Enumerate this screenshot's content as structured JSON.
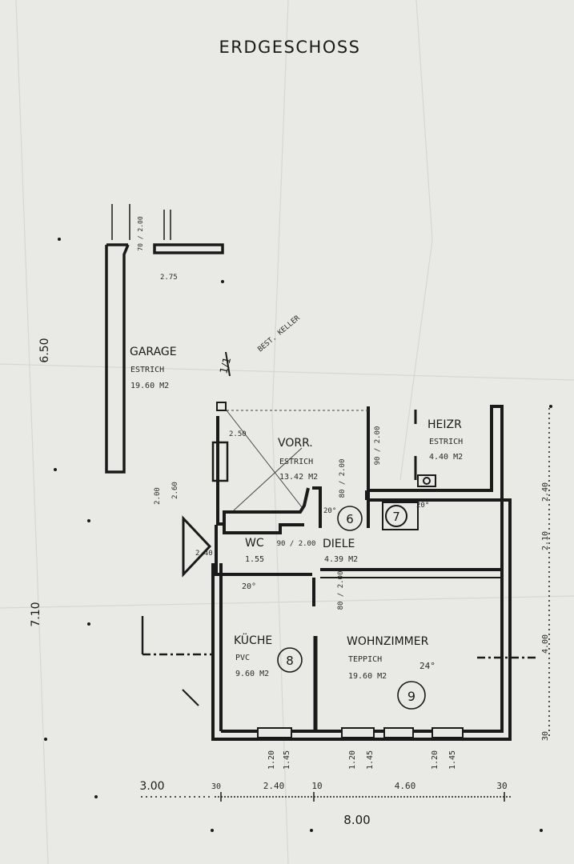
{
  "title": "ERDGESCHOSS",
  "rooms": {
    "garage": {
      "name": "GARAGE",
      "floor": "ESTRICH",
      "area": "19.60 M2"
    },
    "vorr": {
      "name": "VORR.",
      "floor": "ESTRICH",
      "area": "13.42 M2"
    },
    "heizr": {
      "name": "HEIZR",
      "floor": "ESTRICH",
      "area": "4.40 M2"
    },
    "wc": {
      "name": "WC",
      "area": "1.55"
    },
    "diele": {
      "name": "DIELE",
      "area": "4.39 M2",
      "number": "6"
    },
    "bad": {
      "number": "7"
    },
    "kueche": {
      "name": "KÜCHE",
      "floor": "PVC",
      "area": "9.60 M2",
      "number": "8"
    },
    "wohn": {
      "name": "WOHNZIMMER",
      "floor": "TEPPICH",
      "area": "19.60 M2",
      "number": "9"
    }
  },
  "notes": {
    "best_keller": "BEST. KELLER",
    "section": "1/1",
    "temp_20_kitchen": "20°",
    "temp_20_diele": "20°",
    "temp_20_bad": "20°",
    "temp_24": "24°"
  },
  "dimensions": {
    "overall_width": "8.00",
    "left_3_00": "3.00",
    "left_6_50": "6.50",
    "left_7_10": "7.10",
    "bottom_30a": "30",
    "bottom_2_40": "2.40",
    "bottom_10": "10",
    "bottom_4_60": "4.60",
    "bottom_30b": "30",
    "win_1_20a": "1.20",
    "win_1_45a": "1.45",
    "win_1_20b": "1.20",
    "win_1_45b": "1.45",
    "win_1_20c": "1.20",
    "win_1_45c": "1.45",
    "right_2_10": "2.10",
    "right_2_40": "2.40",
    "right_4_00": "4.00",
    "right_30": "30",
    "door_90_200": "90 / 2.00",
    "door_80_200": "80 / 2.00",
    "door_90_200b": "90 / 2.00",
    "door_80_200b": "80 / 2.00",
    "door_70_200": "70 / 2.00",
    "garage_2_75": "2.75",
    "dim_2_60": "2.60",
    "dim_2_00": "2.00",
    "dim_2_40_side": "2.40",
    "dim_2_50": "2.50"
  }
}
